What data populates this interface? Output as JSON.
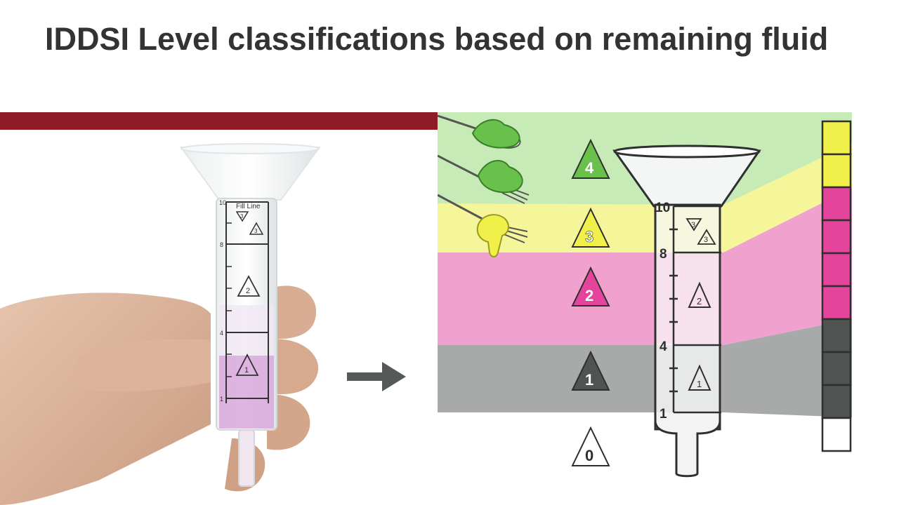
{
  "slide": {
    "title": "IDDSI Level classifications based on remaining fluid"
  },
  "photo": {
    "fill_line_label": "Fill Line",
    "scale": [
      "10",
      "8",
      "4",
      "1"
    ],
    "level_marks": [
      "3",
      "3",
      "2",
      "1"
    ]
  },
  "diagram": {
    "levels": [
      {
        "label": "4",
        "color": "#69c14c"
      },
      {
        "label": "3",
        "color": "#f1f04a"
      },
      {
        "label": "2",
        "color": "#e4449b"
      },
      {
        "label": "1",
        "color": "#4f5352"
      },
      {
        "label": "0",
        "color": "#ffffff"
      }
    ],
    "scale": [
      "10",
      "8",
      "4",
      "1"
    ],
    "funnel_marks": [
      "3",
      "3",
      "2",
      "1"
    ]
  },
  "colors": {
    "band_level4": "#c7ebb7",
    "band_level3": "#f5f59a",
    "band_level2": "#f1a1cd",
    "band_level1": "#a8aaa9",
    "accent_red": "#8e1b25"
  }
}
